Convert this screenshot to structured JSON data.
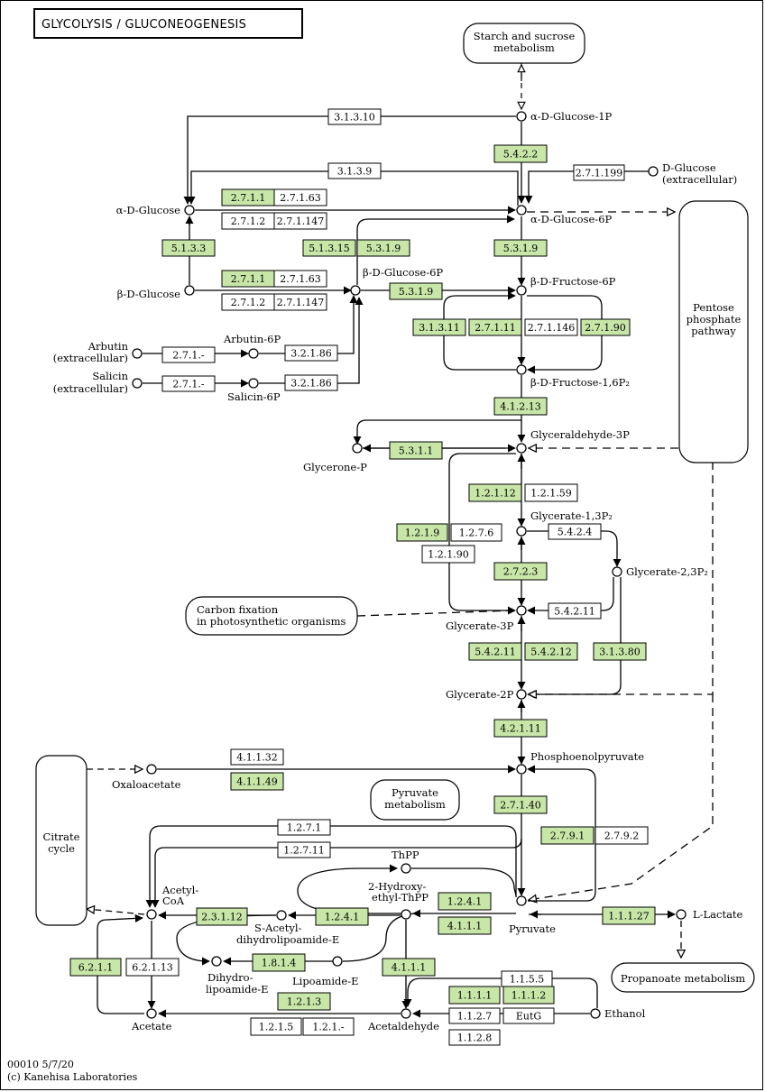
{
  "title": "GLYCOLYSIS / GLUCONEOGENESIS",
  "footer": {
    "line1": "00010 5/7/20",
    "line2": "(c) Kanehisa Laboratories"
  },
  "colors": {
    "enzyme_present": "#c8e6a8",
    "enzyme_absent": "#ffffff",
    "line": "#000000"
  },
  "compounds": [
    "α-D-Glucose-1P",
    "D-Glucose",
    "(extracellular)",
    "α-D-Glucose",
    "α-D-Glucose-6P",
    "β-D-Glucose",
    "β-D-Glucose-6P",
    "β-D-Fructose-6P",
    "Arbutin",
    "(extracellular)",
    "Arbutin-6P",
    "Salicin",
    "(extracellular)",
    "Salicin-6P",
    "β-D-Fructose-1,6P₂",
    "Glyceraldehyde-3P",
    "Glycerone-P",
    "Glycerate-1,3P₂",
    "Glycerate-2,3P₂",
    "Glycerate-3P",
    "Glycerate-2P",
    "Phosphoenolpyruvate",
    "Oxaloacetate",
    "ThPP",
    "2-Hydroxy-",
    "ethyl-ThPP",
    "Acetyl-",
    "CoA",
    "S-Acetyl-",
    "dihydrolipoamide-E",
    "Dihydro-",
    "lipoamide-E",
    "Lipoamide-E",
    "Pyruvate",
    "L-Lactate",
    "Acetate",
    "Acetaldehyde",
    "Ethanol"
  ],
  "maps": [
    [
      "Starch and sucrose",
      "metabolism"
    ],
    [
      "Pentose",
      "phosphate",
      "pathway"
    ],
    [
      "Carbon fixation",
      "in photosynthetic organisms"
    ],
    [
      "Pyruvate",
      "metabolism"
    ],
    [
      "Citrate",
      "cycle"
    ],
    [
      "Propanoate metabolism"
    ]
  ],
  "enzymes": [
    {
      "ec": "3.1.3.10",
      "present": false
    },
    {
      "ec": "5.4.2.2",
      "present": true
    },
    {
      "ec": "3.1.3.9",
      "present": false
    },
    {
      "ec": "2.7.1.199",
      "present": false
    },
    {
      "ec": "2.7.1.1",
      "present": true
    },
    {
      "ec": "2.7.1.63",
      "present": false
    },
    {
      "ec": "2.7.1.2",
      "present": false
    },
    {
      "ec": "2.7.1.147",
      "present": false
    },
    {
      "ec": "5.1.3.3",
      "present": true
    },
    {
      "ec": "5.1.3.15",
      "present": true
    },
    {
      "ec": "5.3.1.9",
      "present": true
    },
    {
      "ec": "5.3.1.9",
      "present": true
    },
    {
      "ec": "2.7.1.1",
      "present": true
    },
    {
      "ec": "2.7.1.63",
      "present": false
    },
    {
      "ec": "2.7.1.2",
      "present": false
    },
    {
      "ec": "2.7.1.147",
      "present": false
    },
    {
      "ec": "5.3.1.9",
      "present": true
    },
    {
      "ec": "3.1.3.11",
      "present": true
    },
    {
      "ec": "2.7.1.11",
      "present": true
    },
    {
      "ec": "2.7.1.146",
      "present": false
    },
    {
      "ec": "2.7.1.90",
      "present": true
    },
    {
      "ec": "2.7.1.-",
      "present": false
    },
    {
      "ec": "3.2.1.86",
      "present": false
    },
    {
      "ec": "2.7.1.-",
      "present": false
    },
    {
      "ec": "3.2.1.86",
      "present": false
    },
    {
      "ec": "4.1.2.13",
      "present": true
    },
    {
      "ec": "5.3.1.1",
      "present": true
    },
    {
      "ec": "1.2.1.12",
      "present": true
    },
    {
      "ec": "1.2.1.59",
      "present": false
    },
    {
      "ec": "1.2.1.9",
      "present": true
    },
    {
      "ec": "1.2.7.6",
      "present": false
    },
    {
      "ec": "1.2.1.90",
      "present": false
    },
    {
      "ec": "5.4.2.4",
      "present": false
    },
    {
      "ec": "2.7.2.3",
      "present": true
    },
    {
      "ec": "5.4.2.11",
      "present": false
    },
    {
      "ec": "5.4.2.11",
      "present": true
    },
    {
      "ec": "5.4.2.12",
      "present": true
    },
    {
      "ec": "3.1.3.80",
      "present": true
    },
    {
      "ec": "4.2.1.11",
      "present": true
    },
    {
      "ec": "4.1.1.32",
      "present": false
    },
    {
      "ec": "4.1.1.49",
      "present": true
    },
    {
      "ec": "2.7.1.40",
      "present": true
    },
    {
      "ec": "2.7.9.1",
      "present": true
    },
    {
      "ec": "2.7.9.2",
      "present": false
    },
    {
      "ec": "1.2.7.1",
      "present": false
    },
    {
      "ec": "1.2.7.11",
      "present": false
    },
    {
      "ec": "1.2.4.1",
      "present": true
    },
    {
      "ec": "4.1.1.1",
      "present": true
    },
    {
      "ec": "2.3.1.12",
      "present": true
    },
    {
      "ec": "1.2.4.1",
      "present": true
    },
    {
      "ec": "1.1.1.27",
      "present": true
    },
    {
      "ec": "6.2.1.1",
      "present": true
    },
    {
      "ec": "6.2.1.13",
      "present": false
    },
    {
      "ec": "1.8.1.4",
      "present": true
    },
    {
      "ec": "4.1.1.1",
      "present": true
    },
    {
      "ec": "1.1.5.5",
      "present": false
    },
    {
      "ec": "1.2.1.3",
      "present": true
    },
    {
      "ec": "1.1.1.1",
      "present": true
    },
    {
      "ec": "1.1.1.2",
      "present": true
    },
    {
      "ec": "1.2.1.5",
      "present": false
    },
    {
      "ec": "1.2.1.-",
      "present": false
    },
    {
      "ec": "1.1.2.7",
      "present": false
    },
    {
      "ec": "EutG",
      "present": false
    },
    {
      "ec": "1.1.2.8",
      "present": false
    }
  ]
}
